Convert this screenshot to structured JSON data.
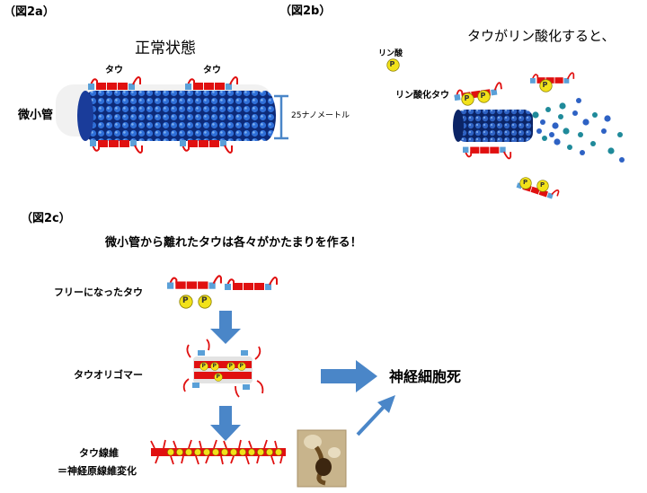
{
  "fig2a": {
    "label": "（図2a）",
    "title": "正常状態",
    "tau_left": "タウ",
    "tau_right": "タウ",
    "microtubule": "微小管",
    "dimension": "25ナノメートル"
  },
  "fig2b": {
    "label": "（図2b）",
    "title": "タウがリン酸化すると、",
    "phosphate": "リン酸",
    "phospho_tau": "リン酸化タウ",
    "p_mark": "P"
  },
  "fig2c": {
    "label": "（図2c）",
    "title": "微小管から離れたタウは各々がかたまりを作る！",
    "free_tau": "フリーになったタウ",
    "oligomer": "タウオリゴマー",
    "fiber_line1": "タウ線維",
    "fiber_line2": "＝神経原線維変化",
    "cell_death": "神経細胞死",
    "p_mark": "P"
  },
  "colors": {
    "tubule_dark": "#0d2a78",
    "tubule_light": "#2f6fd8",
    "tau_red": "#e01010",
    "tau_blue_end": "#5aa0d8",
    "arrow_blue": "#4a86c8",
    "phosphate_yellow": "#f2e21a"
  },
  "icons": [
    "microtubule-icon",
    "tau-protein-icon",
    "phosphate-icon",
    "arrow-down-icon",
    "arrow-right-icon",
    "arrow-up-right-icon",
    "micrograph-image"
  ]
}
